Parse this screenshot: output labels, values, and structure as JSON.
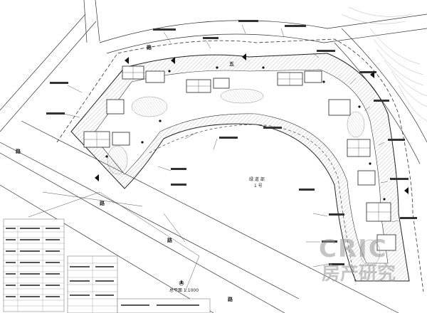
{
  "roads": {
    "west": "路",
    "north": "路",
    "south_a": "路",
    "south_b": "路",
    "south_c": "路"
  },
  "site": {
    "center_label": "绿 道 部",
    "center_sublabel": "1 号",
    "north_label": "五",
    "scale_note": "总平面 1:1000"
  },
  "watermark": {
    "latin": "CRIC",
    "cjk": "房产研究"
  },
  "colors": {
    "line": "#2a2a2a",
    "hatch": "#888888",
    "dash": "#3a3a3a"
  }
}
